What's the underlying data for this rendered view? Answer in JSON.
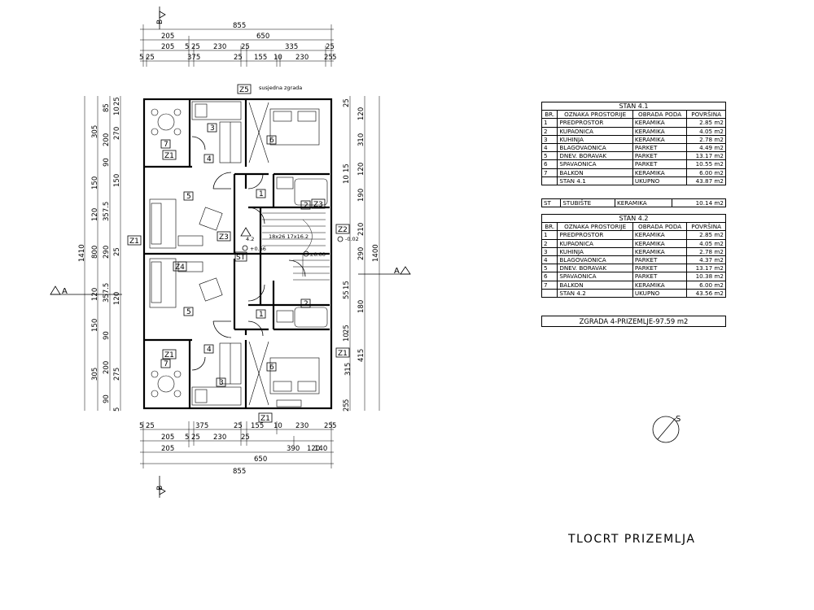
{
  "drawing_title": "TLOCRT PRIZEMLJA",
  "north_label": "S",
  "neighbour_label": "susjedna zgrada",
  "section_a": "A",
  "section_b": "B",
  "levels": {
    "entry": "+0.66",
    "ground": "±0.00",
    "lower": "-0.02",
    "stair_step_a": "4.2",
    "stair_info": "18x26 17x16.2"
  },
  "dims_top": {
    "total": "855",
    "row2": [
      "205",
      "650"
    ],
    "row3": [
      "205",
      "5",
      "25",
      "230",
      "25",
      "335",
      "25"
    ],
    "row4": [
      "5",
      "25",
      "375",
      "25",
      "155",
      "10",
      "230",
      "25",
      "5"
    ]
  },
  "dims_bottom": {
    "row1": [
      "5",
      "25",
      "375",
      "25",
      "155",
      "10",
      "230",
      "25",
      "5"
    ],
    "row2": [
      "205",
      "5",
      "25",
      "230",
      "25",
      "390",
      "120",
      "140"
    ],
    "row3": [
      "205",
      "650"
    ],
    "total": "855"
  },
  "dims_left": {
    "total": "1410",
    "outer": [
      "305",
      "150",
      "120",
      "800",
      "120",
      "150",
      "305"
    ],
    "middle": [
      "85",
      "200",
      "90",
      "357.5",
      "290",
      "357.5",
      "90",
      "200",
      "90"
    ],
    "inner": [
      "25",
      "10",
      "270",
      "150",
      "25",
      "120",
      "275",
      "5"
    ]
  },
  "dims_right": {
    "total": "1400",
    "outer": [
      "120",
      "310",
      "120",
      "190",
      "210",
      "290",
      "180",
      "415",
      "315"
    ],
    "inner": [
      "25",
      "15",
      "10",
      "15",
      "55",
      "25",
      "10",
      "5",
      "25"
    ]
  },
  "markers": {
    "z1": "Z1",
    "z2": "Z2",
    "z3": "Z3",
    "z4": "Z4",
    "z5": "Z5",
    "st": "ST"
  },
  "room_numbers": [
    "1",
    "2",
    "3",
    "4",
    "5",
    "6",
    "7"
  ],
  "table_stan41": {
    "title": "STAN 4.1",
    "headers": [
      "BR.",
      "OZNAKA PROSTORIJE",
      "OBRADA PODA",
      "POVRŠINA"
    ],
    "rows": [
      [
        "1",
        "PREDPROSTOR",
        "KERAMIKA",
        "2.85 m2"
      ],
      [
        "2",
        "KUPAONICA",
        "KERAMIKA",
        "4.05 m2"
      ],
      [
        "3",
        "KUHINJA",
        "KERAMIKA",
        "2.78 m2"
      ],
      [
        "4",
        "BLAGOVAONICA",
        "PARKET",
        "4.49 m2"
      ],
      [
        "5",
        "DNEV. BORAVAK",
        "PARKET",
        "13.17 m2"
      ],
      [
        "6",
        "SPAVAONICA",
        "PARKET",
        "10.55 m2"
      ],
      [
        "7",
        "BALKON",
        "KERAMIKA",
        "6.00 m2"
      ],
      [
        "",
        "STAN 4.1",
        "UKUPNO",
        "43.87 m2"
      ]
    ]
  },
  "table_stubiste": {
    "rows": [
      [
        "ST",
        "STUBIŠTE",
        "KERAMIKA",
        "10.14 m2"
      ]
    ]
  },
  "table_stan42": {
    "title": "STAN 4.2",
    "headers": [
      "BR.",
      "OZNAKA PROSTORIJE",
      "OBRADA PODA",
      "POVRŠINA"
    ],
    "rows": [
      [
        "1",
        "PREDPROSTOR",
        "KERAMIKA",
        "2.85 m2"
      ],
      [
        "2",
        "KUPAONICA",
        "KERAMIKA",
        "4.05 m2"
      ],
      [
        "3",
        "KUHINJA",
        "KERAMIKA",
        "2.78 m2"
      ],
      [
        "4",
        "BLAGOVAONICA",
        "PARKET",
        "4.37 m2"
      ],
      [
        "5",
        "DNEV. BORAVAK",
        "PARKET",
        "13.17 m2"
      ],
      [
        "6",
        "SPAVAONICA",
        "PARKET",
        "10.38 m2"
      ],
      [
        "7",
        "BALKON",
        "KERAMIKA",
        "6.00 m2"
      ],
      [
        "",
        "STAN 4.2",
        "UKUPNO",
        "43.56 m2"
      ]
    ]
  },
  "building_total": "ZGRADA 4-PRIZEMLJE-97.59 m2"
}
